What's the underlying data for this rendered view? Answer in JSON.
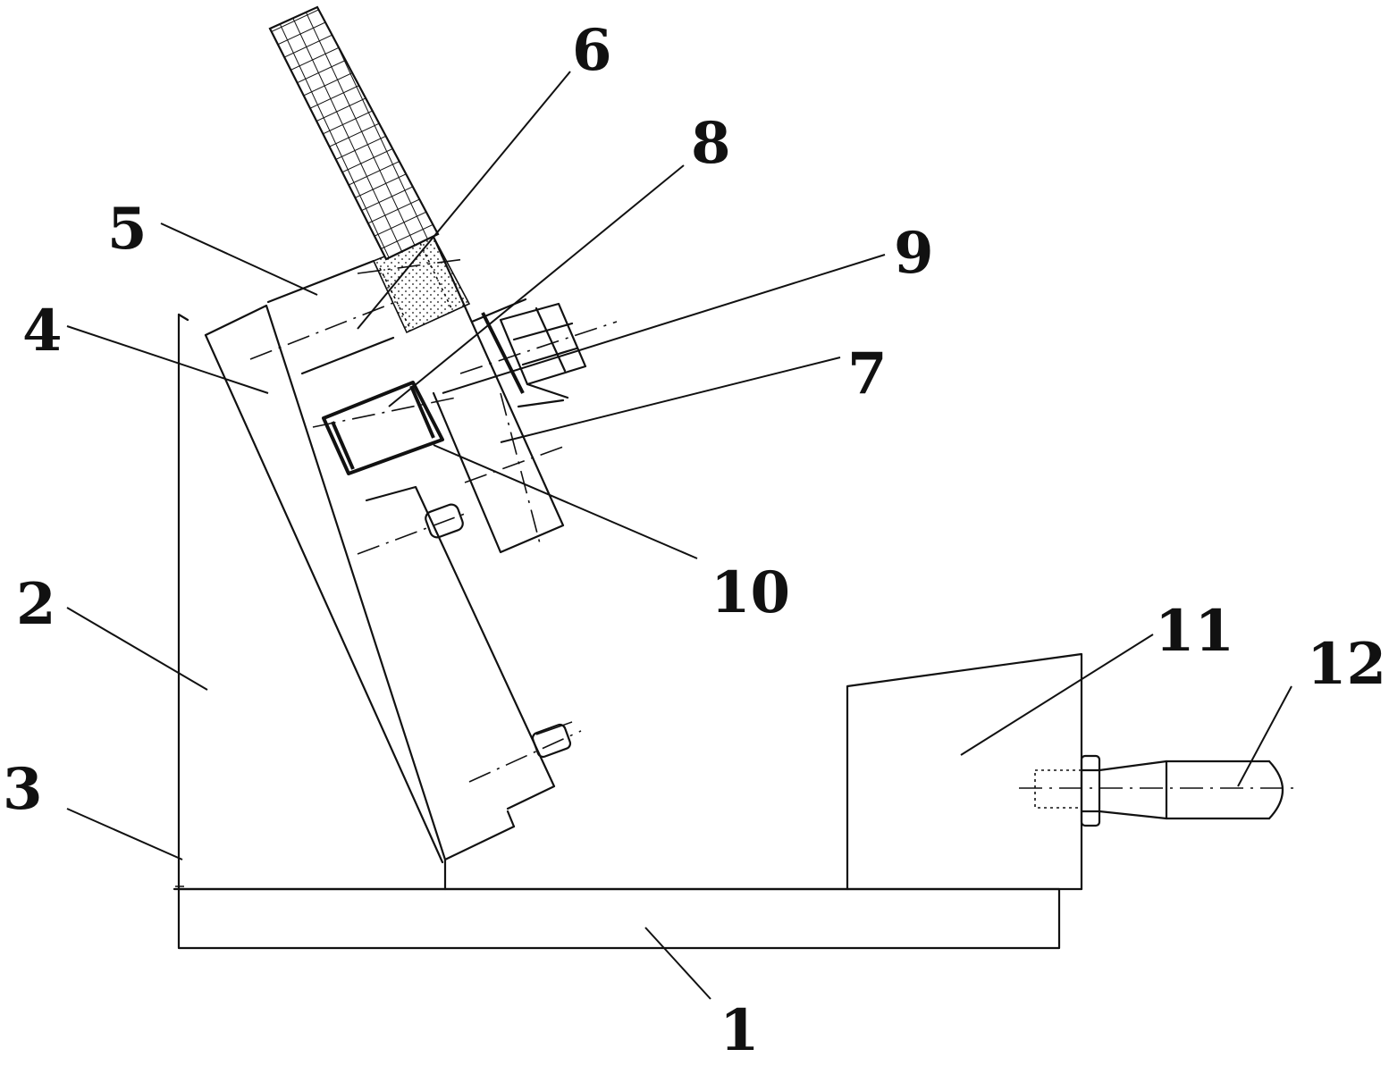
{
  "labels": [
    {
      "id": "1",
      "text": "1"
    },
    {
      "id": "2",
      "text": "2"
    },
    {
      "id": "3",
      "text": "3"
    },
    {
      "id": "4",
      "text": "4"
    },
    {
      "id": "5",
      "text": "5"
    },
    {
      "id": "6",
      "text": "6"
    },
    {
      "id": "7",
      "text": "7"
    },
    {
      "id": "8",
      "text": "8"
    },
    {
      "id": "9",
      "text": "9"
    },
    {
      "id": "10",
      "text": "10"
    },
    {
      "id": "11",
      "text": "11"
    },
    {
      "id": "12",
      "text": "12"
    }
  ],
  "colors": {
    "line": "#111111",
    "background": "#ffffff"
  }
}
